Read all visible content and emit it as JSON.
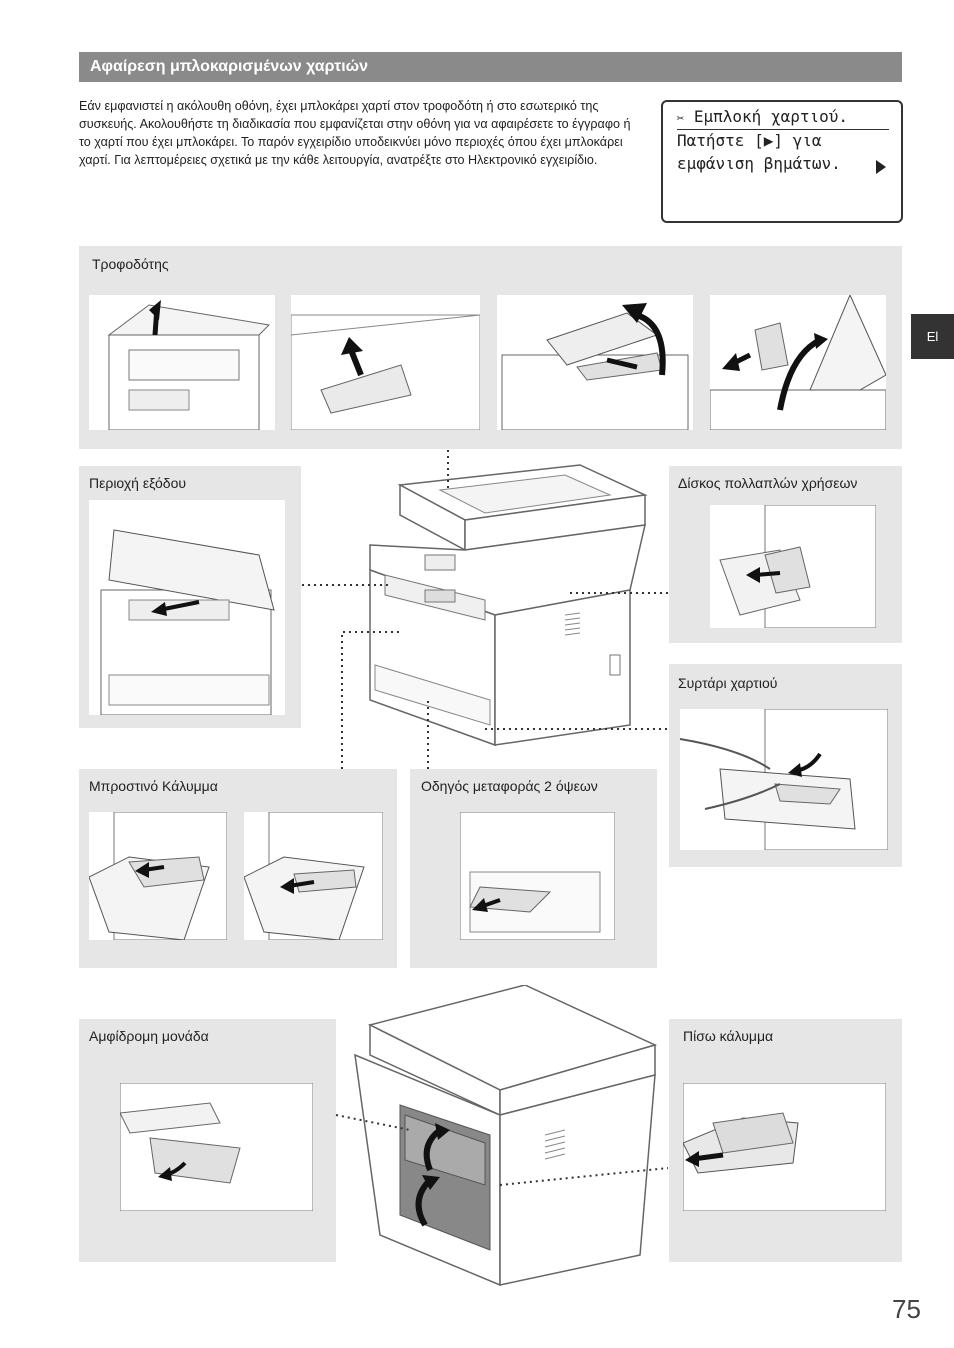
{
  "header": {
    "title": "Αφαίρεση μπλοκαρισμένων χαρτιών"
  },
  "intro": {
    "text": "Εάν εμφανιστεί η ακόλουθη οθόνη, έχει μπλοκάρει χαρτί στον τροφοδότη ή στο εσωτερικό της συσκευής. Ακολουθήστε τη διαδικασία που εμφανίζεται στην οθόνη για να αφαιρέσετε το έγγραφο ή το χαρτί που έχει μπλοκάρει. Το παρόν εγχειρίδιο υποδεικνύει μόνο περιοχές όπου έχει μπλοκάρει χαρτί. Για λεπτομέρειες σχετικά με την κάθε λειτουργία, ανατρέξτε στο Ηλεκτρονικό εγχειρίδιο."
  },
  "lcd": {
    "line1": "Εμπλοκή χαρτιού.",
    "line2": "Πατήστε [▶] για",
    "line3": "εμφάνιση βημάτων.",
    "icon": "paper-jam-icon"
  },
  "lang_tab": "El",
  "panels": {
    "feeder": "Τροφοδότης",
    "output": "Περιοχή εξόδου",
    "multipurpose": "Δίσκος πολλαπλών χρήσεων",
    "drawer": "Συρτάρι χαρτιού",
    "front_cover": "Μπροστινό Κάλυμμα",
    "duplex_guide": "Οδηγός μεταφοράς 2 όψεων",
    "duplex_unit": "Αμφίδρομη μονάδα",
    "rear_cover": "Πίσω κάλυμμα"
  },
  "page_number": "75"
}
